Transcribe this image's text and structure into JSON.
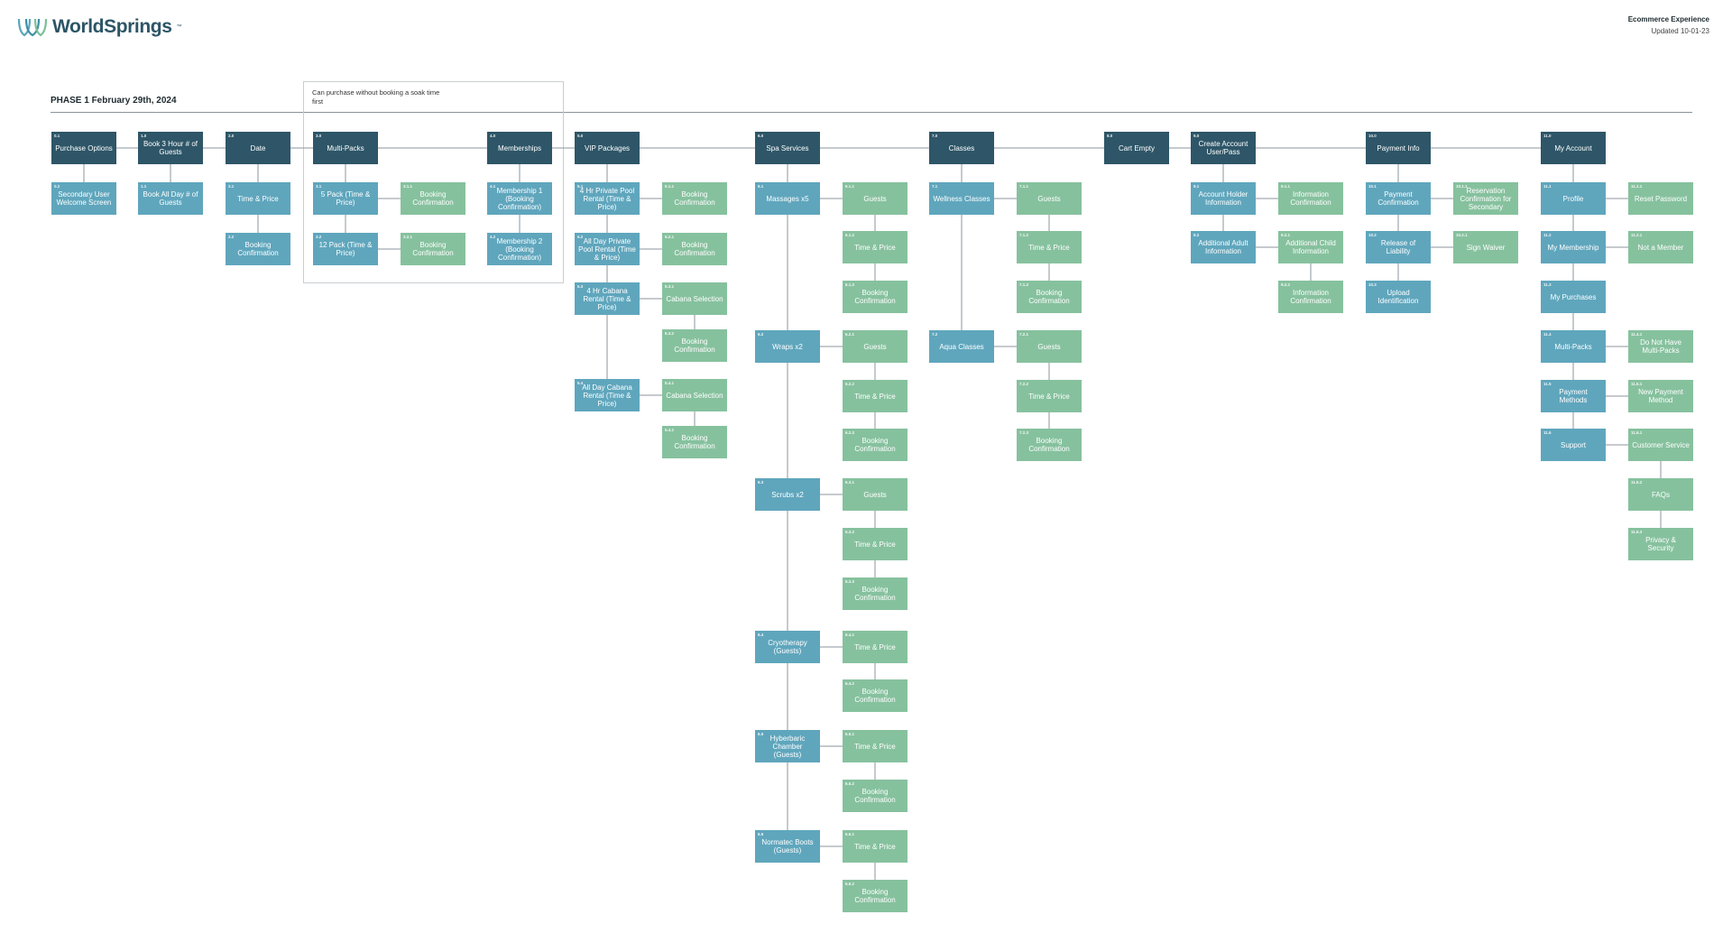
{
  "brand": {
    "name": "WorldSprings",
    "tm": "™"
  },
  "header": {
    "title": "Ecommerce Experience",
    "updated": "Updated 10-01-23"
  },
  "phase": "PHASE 1 February 29th, 2024",
  "note": "Can purchase without booking a soak time first",
  "colors": {
    "level0": "#2e5668",
    "level1": "#5fa6bd",
    "level2": "#86c19e",
    "connector": "#8b969c"
  },
  "nodes": [
    {
      "num": "0.1",
      "label": "Purchase Options",
      "level": 0
    },
    {
      "num": "1.0",
      "label": "Book 3 Hour # of Guests",
      "level": 0
    },
    {
      "num": "2.0",
      "label": "Date",
      "level": 0
    },
    {
      "num": "3.0",
      "label": "Multi-Packs",
      "level": 0
    },
    {
      "num": "4.0",
      "label": "Memberships",
      "level": 0
    },
    {
      "num": "5.0",
      "label": "VIP Packages",
      "level": 0
    },
    {
      "num": "6.0",
      "label": "Spa Services",
      "level": 0
    },
    {
      "num": "7.0",
      "label": "Classes",
      "level": 0
    },
    {
      "num": "8.0",
      "label": "Cart Empty",
      "level": 0
    },
    {
      "num": "9.0",
      "label": "Create Account User/Pass",
      "level": 0
    },
    {
      "num": "10.0",
      "label": "Payment Info",
      "level": 0
    },
    {
      "num": "11.0",
      "label": "My Account",
      "level": 0
    },
    {
      "num": "0.2",
      "label": "Secondary User Welcome Screen",
      "level": 1
    },
    {
      "num": "1.1",
      "label": "Book All Day # of Guests",
      "level": 1
    },
    {
      "num": "2.1",
      "label": "Time & Price",
      "level": 1
    },
    {
      "num": "2.2",
      "label": "Booking Confirmation",
      "level": 1
    },
    {
      "num": "3.1",
      "label": "5 Pack (Time & Price)",
      "level": 1
    },
    {
      "num": "3.1.1",
      "label": "Booking Confirmation",
      "level": 2
    },
    {
      "num": "3.2",
      "label": "12 Pack (Time & Price)",
      "level": 1
    },
    {
      "num": "3.2.1",
      "label": "Booking Confirmation",
      "level": 2
    },
    {
      "num": "4.1",
      "label": "Membership 1 (Booking Confirmation)",
      "level": 1
    },
    {
      "num": "4.2",
      "label": "Membership 2 (Booking Confirmation)",
      "level": 1
    },
    {
      "num": "5.1",
      "label": "4 Hr Private Pool Rental (Time & Price)",
      "level": 1
    },
    {
      "num": "5.1.1",
      "label": "Booking Confirmation",
      "level": 2
    },
    {
      "num": "5.2",
      "label": "All Day Private Pool Rental (Time & Price)",
      "level": 1
    },
    {
      "num": "5.2.1",
      "label": "Booking Confirmation",
      "level": 2
    },
    {
      "num": "5.3",
      "label": "4 Hr Cabana Rental (Time & Price)",
      "level": 1
    },
    {
      "num": "5.3.1",
      "label": "Cabana Selection",
      "level": 2
    },
    {
      "num": "5.3.2",
      "label": "Booking Confirmation",
      "level": 2
    },
    {
      "num": "5.4",
      "label": "All Day Cabana Rental (Time & Price)",
      "level": 1
    },
    {
      "num": "5.4.1",
      "label": "Cabana Selection",
      "level": 2
    },
    {
      "num": "5.4.2",
      "label": "Booking Confirmation",
      "level": 2
    },
    {
      "num": "6.1",
      "label": "Massages x5",
      "level": 1
    },
    {
      "num": "6.1.1",
      "label": "Guests",
      "level": 2
    },
    {
      "num": "6.1.2",
      "label": "Time & Price",
      "level": 2
    },
    {
      "num": "6.1.3",
      "label": "Booking Confirmation",
      "level": 2
    },
    {
      "num": "6.2",
      "label": "Wraps x2",
      "level": 1
    },
    {
      "num": "6.2.1",
      "label": "Guests",
      "level": 2
    },
    {
      "num": "6.2.2",
      "label": "Time & Price",
      "level": 2
    },
    {
      "num": "6.2.3",
      "label": "Booking Confirmation",
      "level": 2
    },
    {
      "num": "6.3",
      "label": "Scrubs x2",
      "level": 1
    },
    {
      "num": "6.3.1",
      "label": "Guests",
      "level": 2
    },
    {
      "num": "6.3.2",
      "label": "Time & Price",
      "level": 2
    },
    {
      "num": "6.3.3",
      "label": "Booking Confirmation",
      "level": 2
    },
    {
      "num": "6.4",
      "label": "Cryotherapy (Guests)",
      "level": 1
    },
    {
      "num": "6.4.1",
      "label": "Time & Price",
      "level": 2
    },
    {
      "num": "6.4.2",
      "label": "Booking Confirmation",
      "level": 2
    },
    {
      "num": "6.5",
      "label": "Hyberbaric Chamber (Guests)",
      "level": 1
    },
    {
      "num": "6.5.1",
      "label": "Time & Price",
      "level": 2
    },
    {
      "num": "6.5.2",
      "label": "Booking Confirmation",
      "level": 2
    },
    {
      "num": "6.6",
      "label": "Normatec Boots (Guests)",
      "level": 1
    },
    {
      "num": "6.6.1",
      "label": "Time & Price",
      "level": 2
    },
    {
      "num": "6.6.2",
      "label": "Booking Confirmation",
      "level": 2
    },
    {
      "num": "7.1",
      "label": "Wellness Classes",
      "level": 1
    },
    {
      "num": "7.1.1",
      "label": "Guests",
      "level": 2
    },
    {
      "num": "7.1.2",
      "label": "Time & Price",
      "level": 2
    },
    {
      "num": "7.1.3",
      "label": "Booking Confirmation",
      "level": 2
    },
    {
      "num": "7.2",
      "label": "Aqua Classes",
      "level": 1
    },
    {
      "num": "7.2.1",
      "label": "Guests",
      "level": 2
    },
    {
      "num": "7.2.2",
      "label": "Time & Price",
      "level": 2
    },
    {
      "num": "7.2.3",
      "label": "Booking Confirmation",
      "level": 2
    },
    {
      "num": "9.1",
      "label": "Account Holder Information",
      "level": 1
    },
    {
      "num": "9.1.1",
      "label": "Information Confirmation",
      "level": 2
    },
    {
      "num": "9.2",
      "label": "Additional Adult Information",
      "level": 1
    },
    {
      "num": "9.2.1",
      "label": "Additional Child Information",
      "level": 2
    },
    {
      "num": "9.2.2",
      "label": "Information Confirmation",
      "level": 2
    },
    {
      "num": "10.1",
      "label": "Payment Confirmation",
      "level": 1
    },
    {
      "num": "10.1.1",
      "label": "Reservation Confirmation for Secondary",
      "level": 2
    },
    {
      "num": "10.2",
      "label": "Release of Liability",
      "level": 1
    },
    {
      "num": "10.2.1",
      "label": "Sign Waiver",
      "level": 2
    },
    {
      "num": "10.3",
      "label": "Upload Identification",
      "level": 1
    },
    {
      "num": "11.1",
      "label": "Profile",
      "level": 1
    },
    {
      "num": "11.1.1",
      "label": "Reset Password",
      "level": 2
    },
    {
      "num": "11.2",
      "label": "My Membership",
      "level": 1
    },
    {
      "num": "11.2.1",
      "label": "Not a Member",
      "level": 2
    },
    {
      "num": "11.3",
      "label": "My Purchases",
      "level": 1
    },
    {
      "num": "11.4",
      "label": "Multi-Packs",
      "level": 1
    },
    {
      "num": "11.4.1",
      "label": "Do Not Have Multi-Packs",
      "level": 2
    },
    {
      "num": "11.5",
      "label": "Payment Methods",
      "level": 1
    },
    {
      "num": "11.5.1",
      "label": "New Payment Method",
      "level": 2
    },
    {
      "num": "11.6",
      "label": "Support",
      "level": 1
    },
    {
      "num": "11.6.1",
      "label": "Customer Service",
      "level": 2
    },
    {
      "num": "11.6.2",
      "label": "FAQs",
      "level": 2
    },
    {
      "num": "11.6.3",
      "label": "Privacy & Security",
      "level": 2
    }
  ]
}
